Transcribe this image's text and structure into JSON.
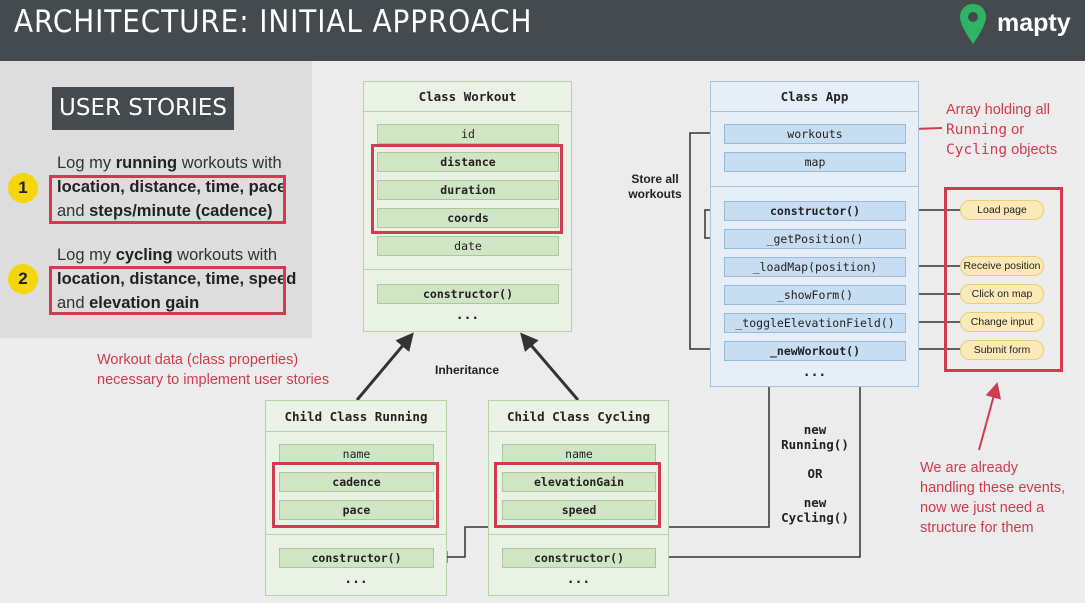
{
  "header": {
    "title": "ARCHITECTURE: INITIAL APPROACH",
    "logo_text": "mapty",
    "logo_icon": "map-pin-icon"
  },
  "stories": {
    "title": "USER STORIES",
    "items": [
      {
        "number": "1",
        "line1_pre": "Log my ",
        "line1_bold": "running",
        "line1_post": " workouts with",
        "line2": "location, distance, time, pace",
        "line3_pre": "and ",
        "line3_bold": "steps/minute (cadence)"
      },
      {
        "number": "2",
        "line1_pre": "Log my ",
        "line1_bold": "cycling",
        "line1_post": " workouts with",
        "line2": "location, distance, time, speed",
        "line3_pre": "and ",
        "line3_bold": "elevation gain"
      }
    ]
  },
  "workout": {
    "title": "Class Workout",
    "fields": [
      "id",
      "distance",
      "duration",
      "coords",
      "date"
    ],
    "method": "constructor()",
    "dots": "..."
  },
  "running": {
    "title": "Child Class Running",
    "fields": [
      "name",
      "cadence",
      "pace"
    ],
    "method": "constructor()",
    "dots": "..."
  },
  "cycling": {
    "title": "Child Class Cycling",
    "fields": [
      "name",
      "elevationGain",
      "speed"
    ],
    "method": "constructor()",
    "dots": "..."
  },
  "app": {
    "title": "Class App",
    "fields": [
      "workouts",
      "map"
    ],
    "methods": [
      "constructor()",
      "_getPosition()",
      "_loadMap(position)",
      "_showForm()",
      "_toggleElevationField()",
      "_newWorkout()"
    ],
    "dots": "..."
  },
  "events": [
    "Load page",
    "Receive position",
    "Click on map",
    "Change input",
    "Submit form"
  ],
  "notes": {
    "array_line1": "Array holding all",
    "array_running": "Running",
    "array_or": " or",
    "array_cycling": "Cycling",
    "array_objects": " objects",
    "store_all_1": "Store all",
    "store_all_2": "workouts",
    "workout_data_1": "Workout data (class properties)",
    "workout_data_2": "necessary to implement user stories",
    "inheritance": "Inheritance",
    "new_running_1": "new",
    "new_running_2": "Running()",
    "or": "OR",
    "new_cycling_1": "new",
    "new_cycling_2": "Cycling()",
    "handling_1": "We are already",
    "handling_2": "handling these events,",
    "handling_3": "now we just need a",
    "handling_4": "structure for them"
  },
  "colors": {
    "accent_red": "#cf3b4f",
    "header_bg": "#444a4e",
    "badge_yellow": "#f5d60a",
    "green_box": "#eaf2e6",
    "blue_box": "#e6eff7"
  }
}
